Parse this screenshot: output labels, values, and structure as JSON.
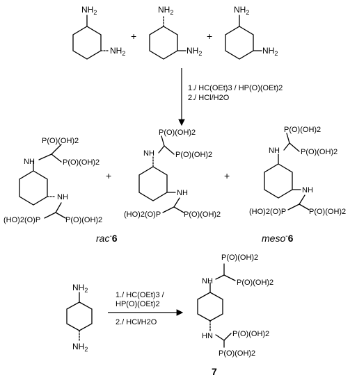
{
  "reactants_top": {
    "nh2": "NH",
    "sub2": "2"
  },
  "plus": "+",
  "conditions_top": {
    "line1": "1./ HC(OEt)3 / HP(O)(OEt)2",
    "line2": "2./ HCl/H2O"
  },
  "groups": {
    "po3h2": "P(O)(OH)2",
    "ho2op": "(HO)2(O)P",
    "nh": "NH",
    "hn": "HN"
  },
  "products": {
    "rac": "rac",
    "meso": "meso",
    "dash": "-",
    "num6": "6",
    "num7": "7"
  },
  "conditions_bottom": {
    "line1": "1./ HC(OEt)3 /",
    "line2": "HP(O)(OEt)2",
    "line3": "2./ HCl/H2O"
  }
}
